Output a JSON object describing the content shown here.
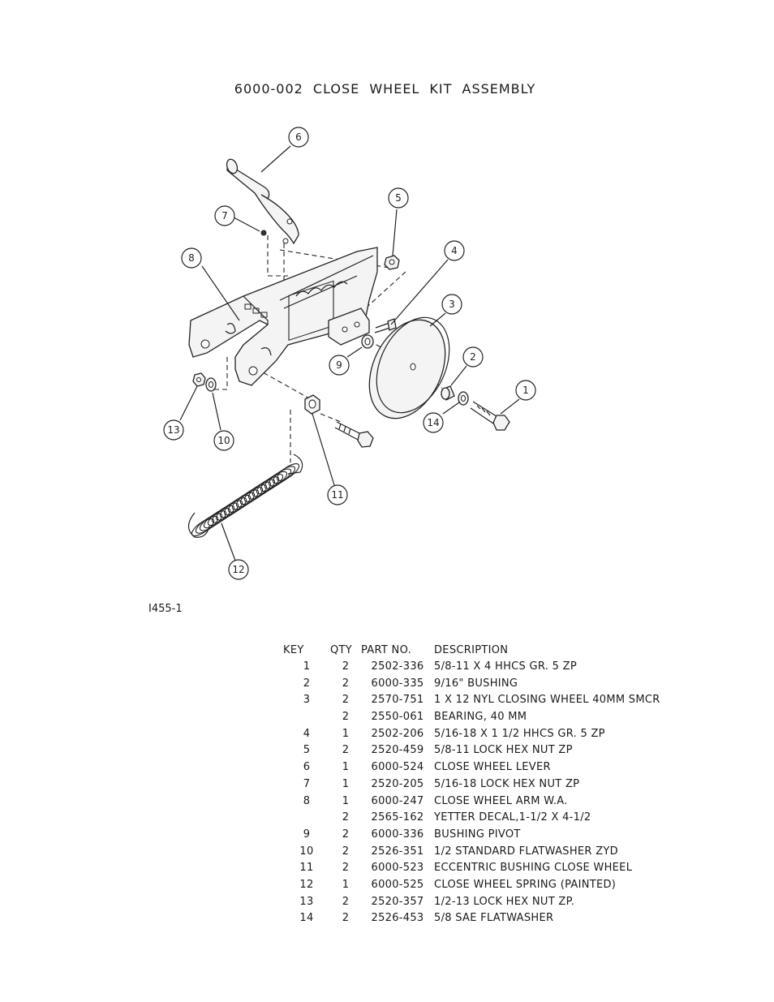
{
  "title": "6000-002   CLOSE WHEEL KIT ASSEMBLY",
  "drawing_code": "I455-1",
  "callouts": [
    "1",
    "2",
    "3",
    "4",
    "5",
    "6",
    "7",
    "8",
    "9",
    "10",
    "11",
    "12",
    "13",
    "14"
  ],
  "table": {
    "headers": {
      "key": "KEY",
      "qty": "QTY",
      "part": "PART NO.",
      "desc": "DESCRIPTION"
    },
    "rows": [
      {
        "key": "1",
        "qty": "2",
        "part": "2502-336",
        "desc": "5/8-11 X 4 HHCS GR. 5 ZP"
      },
      {
        "key": "2",
        "qty": "2",
        "part": "6000-335",
        "desc": "9/16\" BUSHING"
      },
      {
        "key": "3",
        "qty": "2",
        "part": "2570-751",
        "desc": "1 X 12 NYL CLOSING WHEEL 40MM SMCR"
      },
      {
        "key": "",
        "qty": "2",
        "part": "2550-061",
        "desc": "BEARING, 40 MM"
      },
      {
        "key": "4",
        "qty": "1",
        "part": "2502-206",
        "desc": "5/16-18 X 1 1/2 HHCS GR. 5 ZP"
      },
      {
        "key": "5",
        "qty": "2",
        "part": "2520-459",
        "desc": "5/8-11 LOCK HEX NUT ZP"
      },
      {
        "key": "6",
        "qty": "1",
        "part": "6000-524",
        "desc": "CLOSE WHEEL LEVER"
      },
      {
        "key": "7",
        "qty": "1",
        "part": "2520-205",
        "desc": "5/16-18 LOCK HEX NUT ZP"
      },
      {
        "key": "8",
        "qty": "1",
        "part": "6000-247",
        "desc": "CLOSE WHEEL ARM W.A."
      },
      {
        "key": "",
        "qty": "2",
        "part": "2565-162",
        "desc": "YETTER DECAL,1-1/2 X 4-1/2"
      },
      {
        "key": "9",
        "qty": "2",
        "part": "6000-336",
        "desc": "BUSHING PIVOT"
      },
      {
        "key": "10",
        "qty": "2",
        "part": "2526-351",
        "desc": "1/2 STANDARD FLATWASHER ZYD"
      },
      {
        "key": "11",
        "qty": "2",
        "part": "6000-523",
        "desc": "ECCENTRIC BUSHING CLOSE WHEEL"
      },
      {
        "key": "12",
        "qty": "1",
        "part": "6000-525",
        "desc": "CLOSE WHEEL SPRING (PAINTED)"
      },
      {
        "key": "13",
        "qty": "2",
        "part": "2520-357",
        "desc": "1/2-13 LOCK HEX NUT ZP."
      },
      {
        "key": "14",
        "qty": "2",
        "part": "2526-453",
        "desc": "5/8 SAE FLATWASHER"
      }
    ]
  }
}
